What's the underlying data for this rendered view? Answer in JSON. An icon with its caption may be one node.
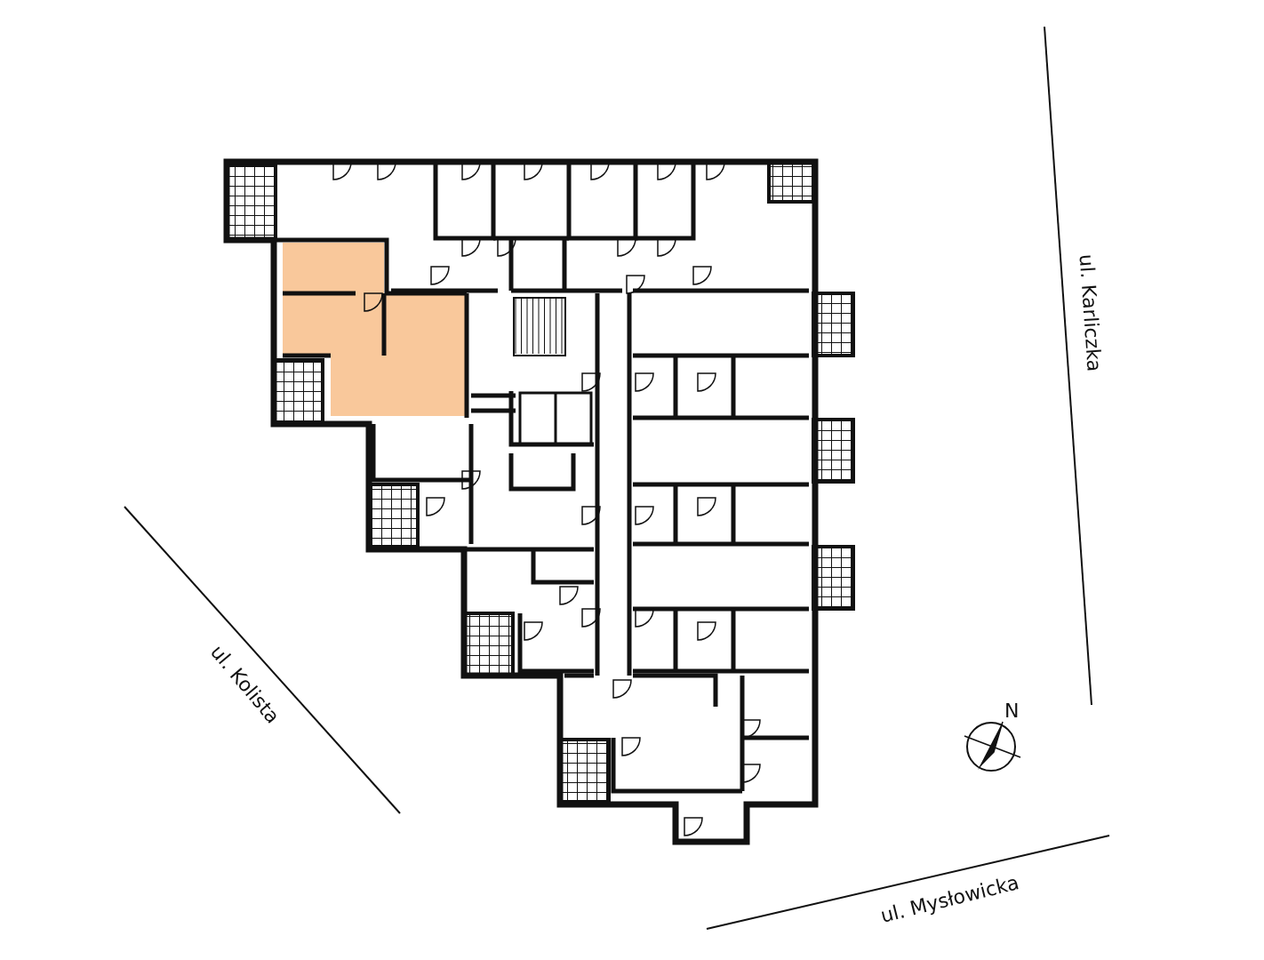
{
  "diagram": {
    "labels": [
      "ul. Karliczka",
      "ul. Kolista",
      "N",
      "ul. Mysłowicka"
    ]
  }
}
